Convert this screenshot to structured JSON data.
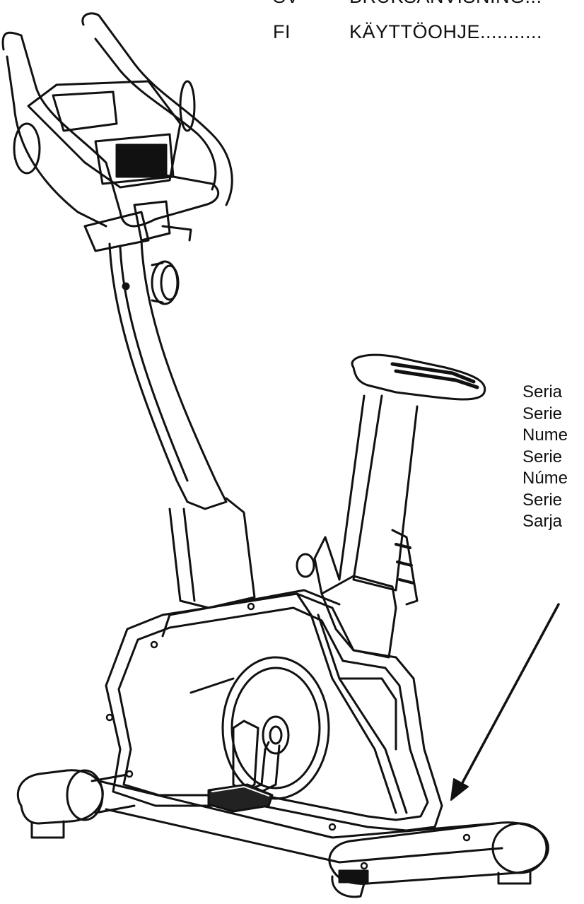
{
  "toc": [
    {
      "code": "SV",
      "title": "BRUKSANVISNING..."
    },
    {
      "code": "FI",
      "title": "KÄYTTÖOHJE..........."
    }
  ],
  "serial_labels": [
    "Seria",
    "Serie",
    "Nume",
    "Serie",
    "Núme",
    "Serie",
    "Sarja"
  ],
  "figure": {
    "subject": "upright exercise bike line drawing",
    "pointer": "arrow pointing to serial number location on lower frame"
  }
}
